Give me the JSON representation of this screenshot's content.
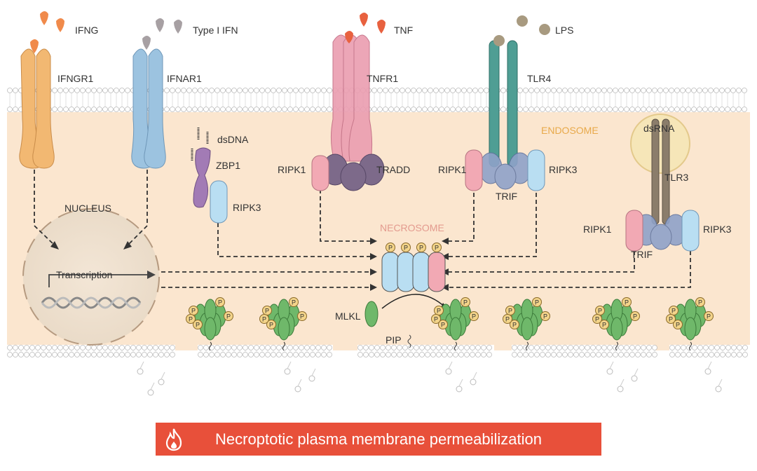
{
  "ligands": {
    "ifng": "IFNG",
    "type1_ifn": "Type I IFN",
    "tnf": "TNF",
    "lps": "LPS",
    "dsdna": "dsDNA",
    "dsrna": "dsRNA"
  },
  "receptors": {
    "ifngr1": "IFNGR1",
    "ifnar1": "IFNAR1",
    "tnfr1": "TNFR1",
    "tlr4": "TLR4",
    "tlr3": "TLR3"
  },
  "proteins": {
    "zbp1": "ZBP1",
    "ripk3_zbp1": "RIPK3",
    "ripk1_tnf": "RIPK1",
    "tradd": "TRADD",
    "ripk1_tlr4": "RIPK1",
    "ripk3_tlr4": "RIPK3",
    "trif_tlr4": "TRIF",
    "ripk1_tlr3": "RIPK1",
    "ripk3_tlr3": "RIPK3",
    "trif_tlr3": "TRIF",
    "mlkl": "MLKL",
    "pip": "PIP",
    "phospho": "P"
  },
  "compartments": {
    "nucleus": "NUCLEUS",
    "endosome": "ENDOSOME",
    "necrosome": "NECROSOME",
    "transcription": "Transcription"
  },
  "banner": {
    "text": "Necroptotic plasma membrane permeabilization",
    "icon": "flame-icon"
  },
  "colors": {
    "cytoplasm": "#fbe6cf",
    "banner": "#e8503a",
    "endosome_label": "#e8a94a",
    "necrosome_label": "#e39a8e",
    "ripk1": "#f2a9b4",
    "ripk3": "#b9def2",
    "mlkl": "#6fb86a",
    "ifngr1": "#f2b872",
    "ifnar1": "#9cc3e0",
    "tnfr1": "#e9899f",
    "tlr4": "#4f9e94",
    "tlr3": "#8b7d6b"
  }
}
